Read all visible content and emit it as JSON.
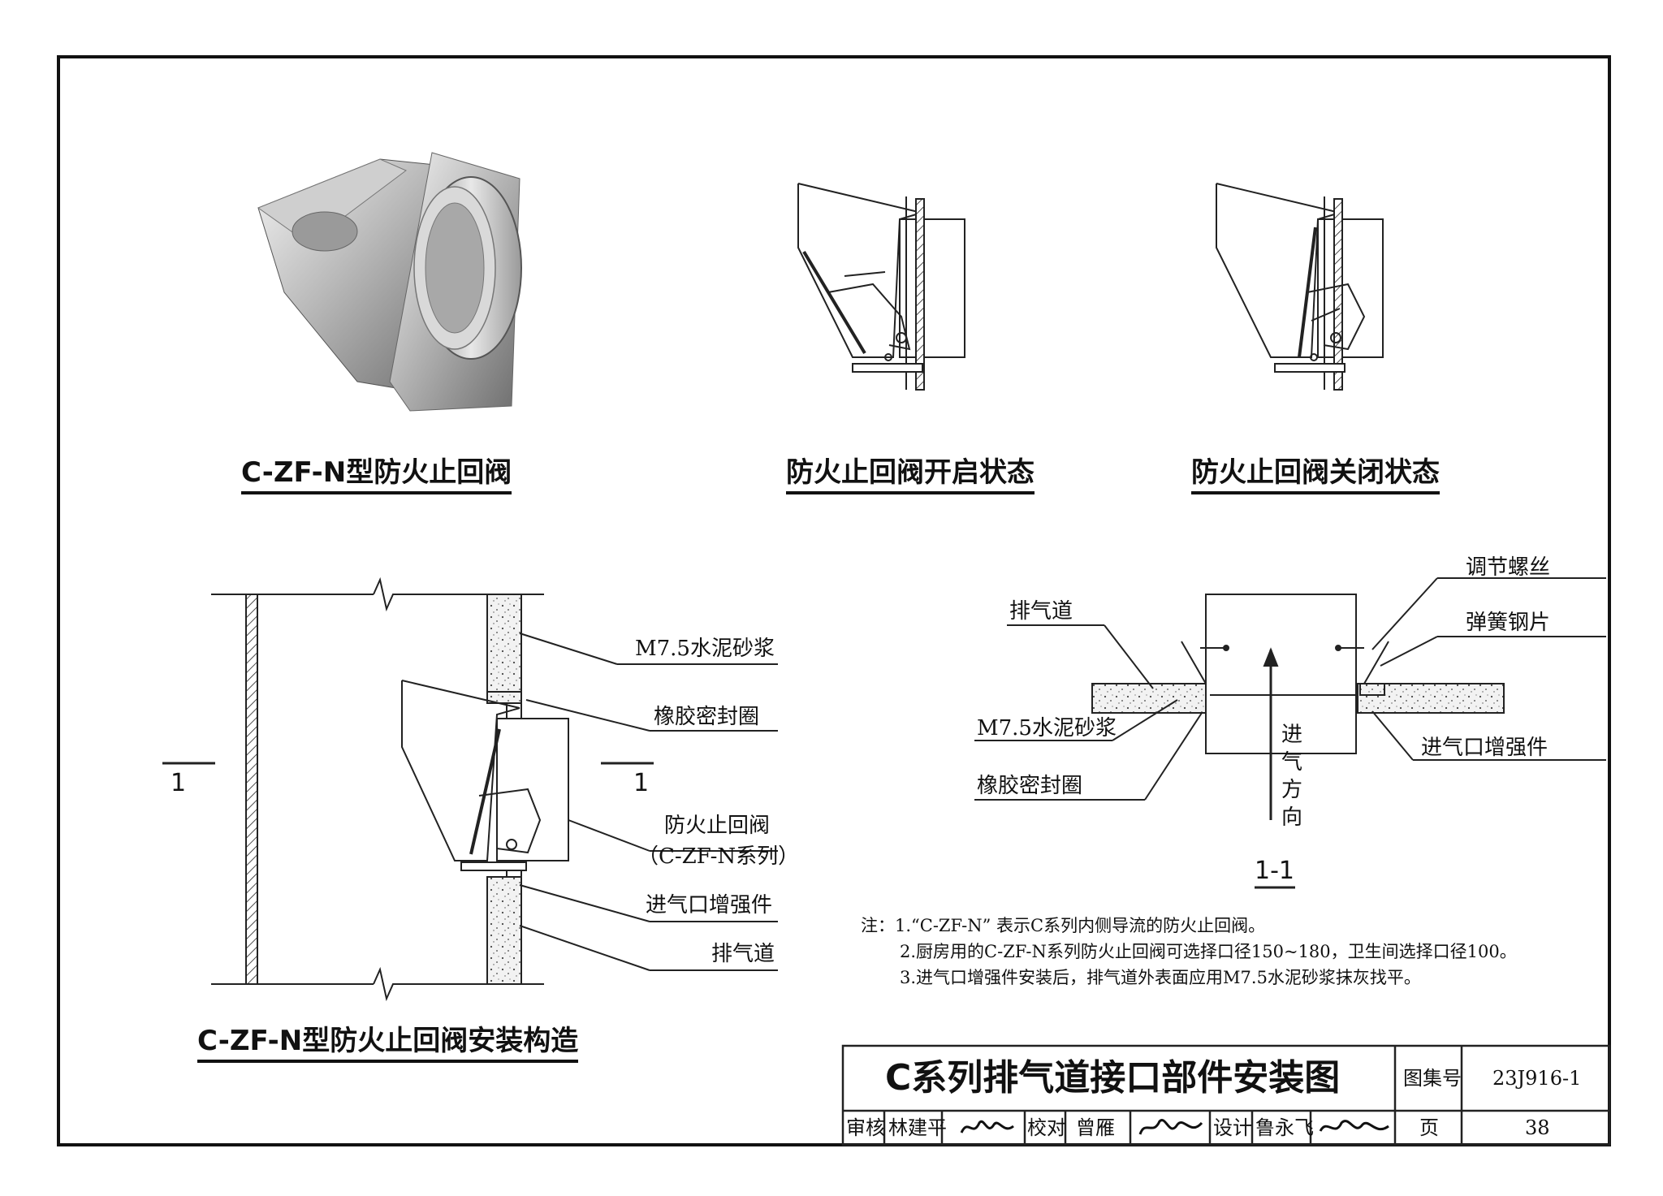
{
  "titles": {
    "photo": "C-ZF-N型防火止回阀",
    "open_state": "防火止回阀开启状态",
    "closed_state": "防火止回阀关闭状态",
    "install": "C-ZF-N型防火止回阀安装构造"
  },
  "install_labels": {
    "mortar": "M7.5水泥砂浆",
    "seal": "橡胶密封圈",
    "valve_line1": "防火止回阀",
    "valve_line2": "（C-ZF-N系列）",
    "reinforce": "进气口增强件",
    "duct": "排气道",
    "section_mark": "1"
  },
  "section_labels": {
    "screw": "调节螺丝",
    "spring": "弹簧钢片",
    "duct": "排气道",
    "mortar": "M7.5水泥砂浆",
    "seal": "橡胶密封圈",
    "reinforce": "进气口增强件",
    "airflow": [
      "进",
      "气",
      "方",
      "向"
    ],
    "section_title": "1-1"
  },
  "notes": [
    "注：1.“C-ZF-N” 表示C系列内侧导流的防火止回阀。",
    "2.厨房用的C-ZF-N系列防火止回阀可选择口径150~180，卫生间选择口径100。",
    "3.进气口增强件安装后，排气道外表面应用M7.5水泥砂浆抹灰找平。"
  ],
  "title_block": {
    "drawing_title": "C系列排气道接口部件安装图",
    "atlas_label": "图集号",
    "atlas_no": "23J916-1",
    "review_label": "审核",
    "reviewer": "林建平",
    "check_label": "校对",
    "checker": "曾雁",
    "design_label": "设计",
    "designer": "鲁永飞",
    "page_label": "页",
    "page_no": "38"
  }
}
